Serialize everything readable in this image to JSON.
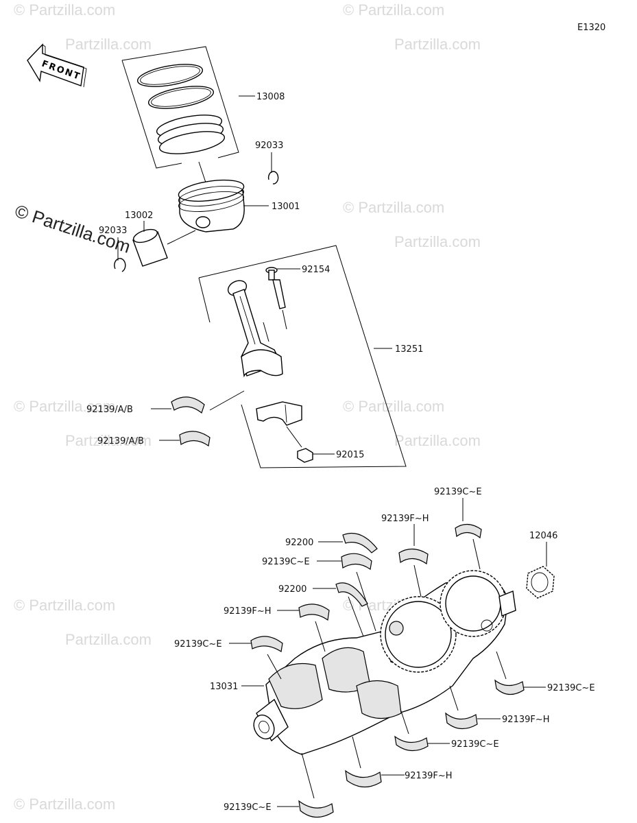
{
  "diagram_code": "E1320",
  "front_arrow_label": "FRONT",
  "watermark_text": "Partzilla.com",
  "copyright_watermark": "© Partzilla.com",
  "callouts": {
    "p13008": "13008",
    "p92033_upper": "92033",
    "p13001": "13001",
    "p13002": "13002",
    "p92033_lower": "92033",
    "p92154": "92154",
    "p13251": "13251",
    "p92139ab_upper": "92139/A/B",
    "p92139ab_lower": "92139/A/B",
    "p92015": "92015",
    "p92139ce_top": "92139C~E",
    "p92139fh_top": "92139F~H",
    "p12046": "12046",
    "p92200_upper": "92200",
    "p92139ce_left1": "92139C~E",
    "p92200_lower": "92200",
    "p92139fh_left": "92139F~H",
    "p92139ce_left2": "92139C~E",
    "p13031": "13031",
    "p92139ce_right": "92139C~E",
    "p92139fh_right1": "92139F~H",
    "p92139ce_bottom1": "92139C~E",
    "p92139fh_right2": "92139F~H",
    "p92139ce_bottom2": "92139C~E"
  }
}
